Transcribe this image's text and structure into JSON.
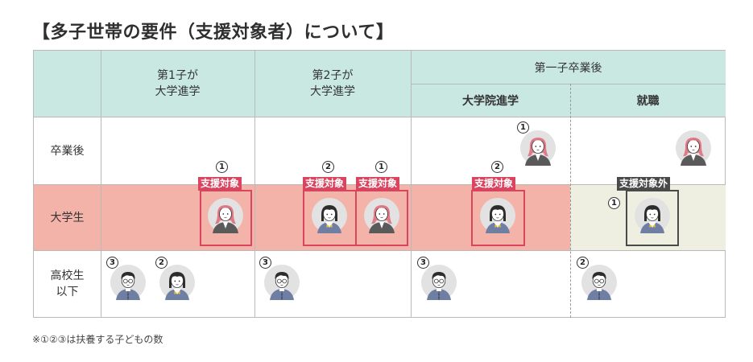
{
  "title": "【多子世帯の要件（支援対象者）について】",
  "header": {
    "col_first": "第1子が\n大学進学",
    "col_second": "第2子が\n大学進学",
    "col_after": "第一子卒業後",
    "sub_grad": "大学院進学",
    "sub_job": "就職"
  },
  "rows": {
    "graduated": "卒業後",
    "university": "大学生",
    "highschool": "高校生\n以下"
  },
  "tags": {
    "support": "支援対象",
    "excluded": "支援対象外"
  },
  "numbers": {
    "one": "1",
    "two": "2",
    "three": "3"
  },
  "note": "※①②③は扶養する子どもの数",
  "colors": {
    "header_bg": "#c9e8e2",
    "university_bg": "#f3b3a8",
    "excluded_bg": "#efefe1",
    "support_red": "#d9455f",
    "excluded_gray": "#4a4a4a"
  },
  "icons": [
    "woman-avatar-icon",
    "man-student-avatar-icon",
    "woman-student-avatar-icon"
  ]
}
